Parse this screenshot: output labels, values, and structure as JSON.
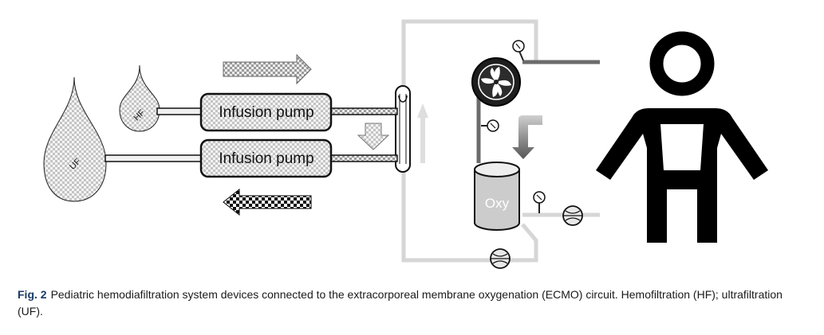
{
  "diagram": {
    "pump_top_label": "Infusion pump",
    "pump_bottom_label": "Infusion pump",
    "hf_label": "HF",
    "uf_label": "UF",
    "oxy_label": "Oxy"
  },
  "caption": {
    "label": "Fig. 2",
    "text": "Pediatric hemodiafiltration system devices connected to the extracorporeal membrane oxygenation (ECMO) circuit. Hemofiltration (HF); ultrafiltration (UF)."
  },
  "colors": {
    "circuit_light": "#d6d6d6",
    "circuit_dark": "#6b6b6b",
    "child": "#000000",
    "caption_label": "#1a3a66"
  }
}
